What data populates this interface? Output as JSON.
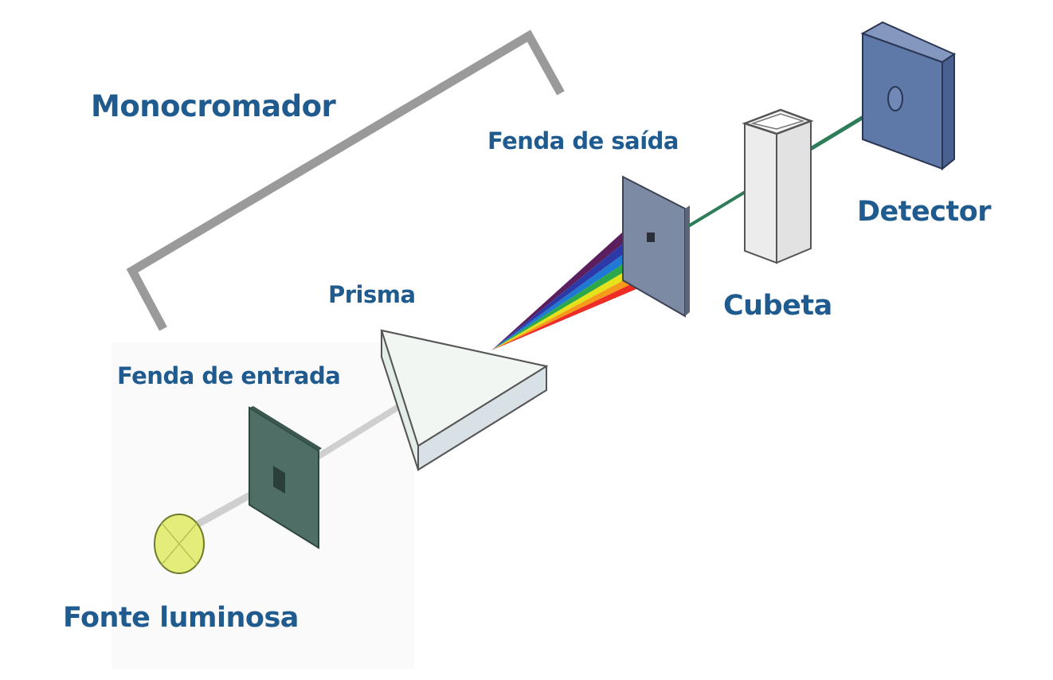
{
  "diagram": {
    "labels": {
      "monochromator": "Monocromador",
      "exit_slit": "Fenda de saída",
      "prism": "Prisma",
      "entrance_slit": "Fenda de entrada",
      "light_source": "Fonte luminosa",
      "detector": "Detector",
      "cuvette": "Cubeta"
    },
    "colors": {
      "label_text": "#1f5b8e",
      "bracket": "#9a9a9a",
      "white_beam": "#cfcfcf",
      "green_beam": "#2e7d5a",
      "source": "#e4ec7a",
      "entrance_slit": "#4f6f66",
      "exit_slit": "#7d8aa3",
      "detector": "#5e78a8",
      "spectrum": [
        "#5b1f5e",
        "#2b3aa8",
        "#1f78d1",
        "#2aa84a",
        "#e6e21a",
        "#f59a1a",
        "#ee2b24"
      ]
    }
  }
}
